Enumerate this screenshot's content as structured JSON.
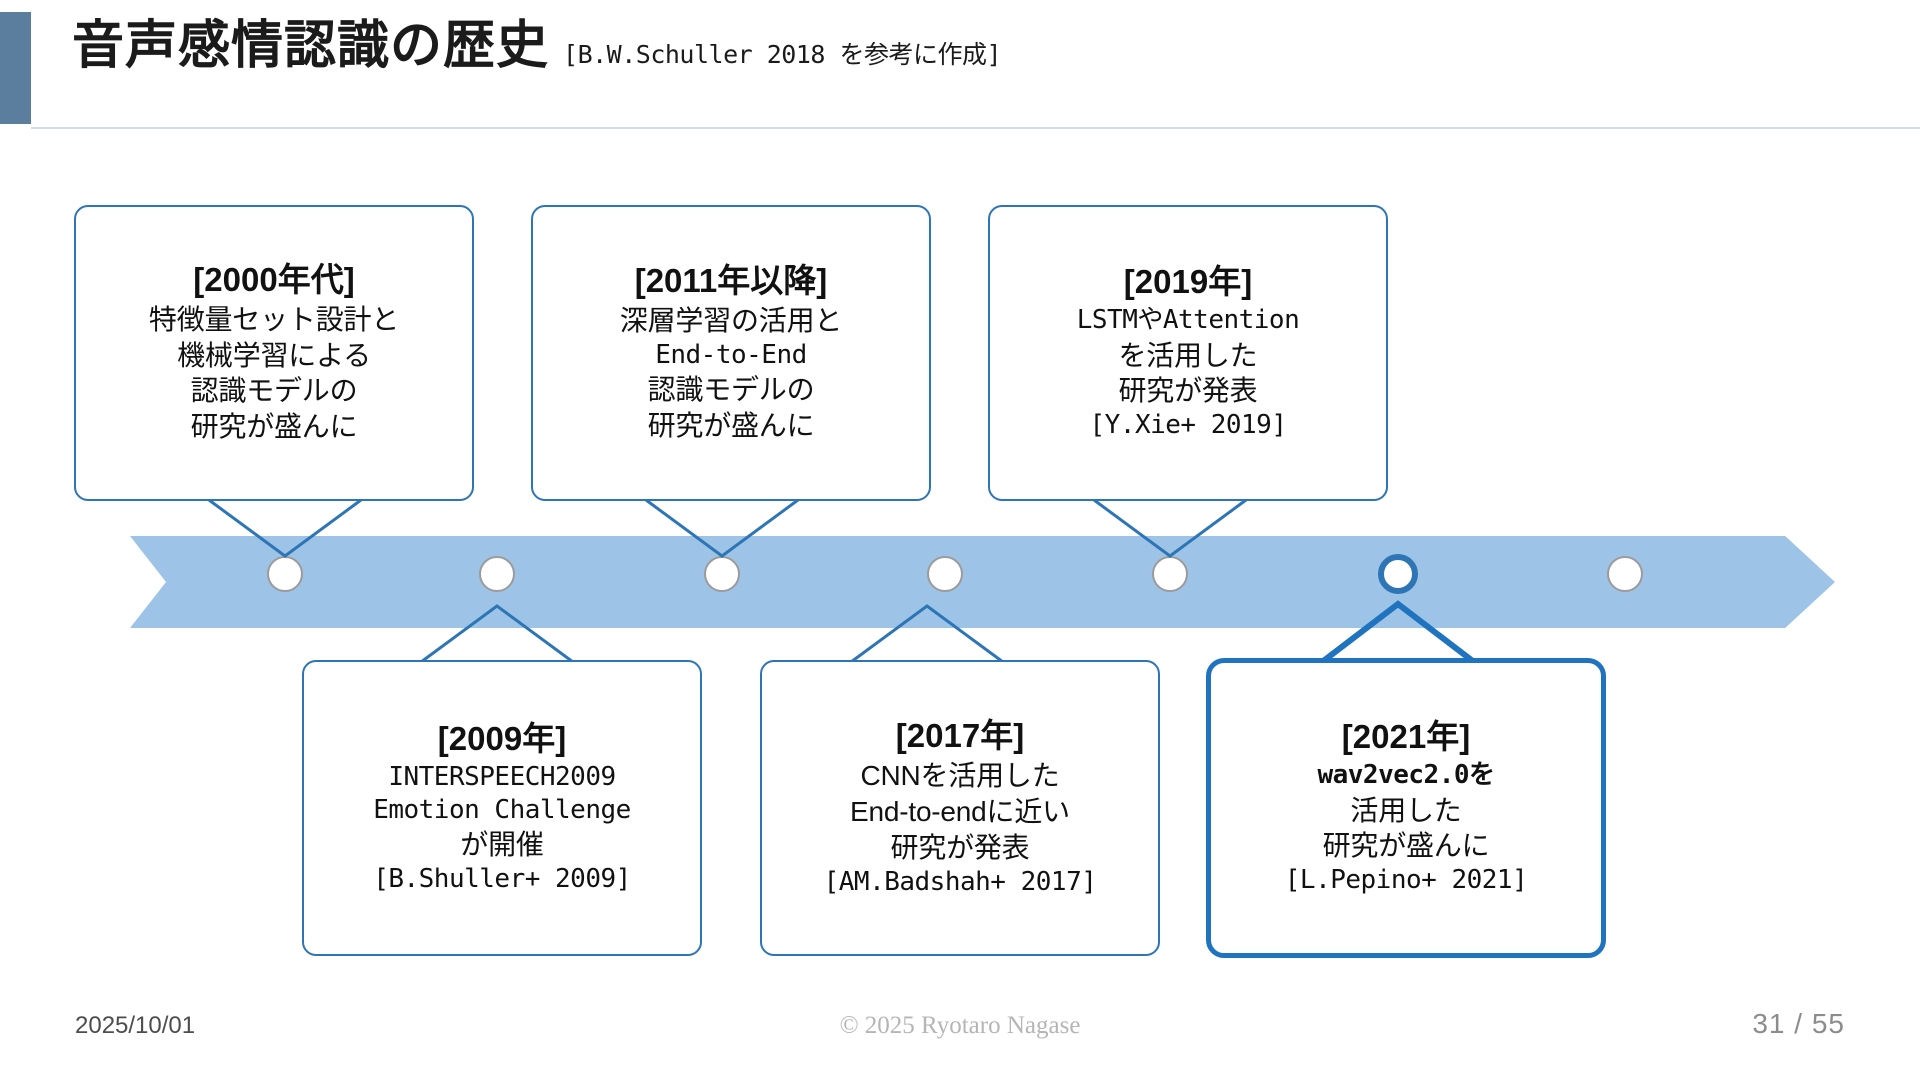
{
  "header": {
    "title": "音声感情認識の歴史",
    "subtitle": "[B.W.Schuller 2018 を参考に作成]",
    "accent_color": "#5b7d9e"
  },
  "timeline": {
    "arrow_color": "#9dc3e6",
    "marker_color": "#ffffff",
    "marker_border": "#9b9b9b",
    "highlight_color": "#2e75b6",
    "node_count": 7,
    "highlighted_node_index": 6
  },
  "callouts": [
    {
      "id": "callout-2000s",
      "position": "above",
      "title": "[2000年代]",
      "lines": [
        {
          "text": "特徴量セット設計と",
          "style": "jp"
        },
        {
          "text": "機械学習による",
          "style": "jp"
        },
        {
          "text": "認識モデルの",
          "style": "jp"
        },
        {
          "text": "研究が盛んに",
          "style": "jp"
        }
      ],
      "highlighted": false
    },
    {
      "id": "callout-2011",
      "position": "above",
      "title": "[2011年以降]",
      "lines": [
        {
          "text": "深層学習の活用と",
          "style": "jp"
        },
        {
          "text": "End-to-End",
          "style": "mono"
        },
        {
          "text": "認識モデルの",
          "style": "jp"
        },
        {
          "text": "研究が盛んに",
          "style": "jp"
        }
      ],
      "highlighted": false
    },
    {
      "id": "callout-2019",
      "position": "above",
      "title": "[2019年]",
      "lines": [
        {
          "text": "LSTMやAttention",
          "style": "mono"
        },
        {
          "text": "を活用した",
          "style": "jp"
        },
        {
          "text": "研究が発表",
          "style": "jp"
        },
        {
          "text": "[Y.Xie+ 2019]",
          "style": "mono"
        }
      ],
      "highlighted": false
    },
    {
      "id": "callout-2009",
      "position": "below",
      "title": "[2009年]",
      "lines": [
        {
          "text": "INTERSPEECH2009",
          "style": "mono"
        },
        {
          "text": "Emotion Challenge",
          "style": "mono"
        },
        {
          "text": "が開催",
          "style": "jp"
        },
        {
          "text": "[B.Shuller+ 2009]",
          "style": "mono"
        }
      ],
      "highlighted": false
    },
    {
      "id": "callout-2017",
      "position": "below",
      "title": "[2017年]",
      "lines": [
        {
          "text": "CNNを活用した",
          "style": "jp"
        },
        {
          "text": "End-to-endに近い",
          "style": "jp"
        },
        {
          "text": "研究が発表",
          "style": "jp"
        },
        {
          "text": "[AM.Badshah+ 2017]",
          "style": "mono"
        }
      ],
      "highlighted": false
    },
    {
      "id": "callout-2021",
      "position": "below",
      "title": "[2021年]",
      "lines": [
        {
          "text": "wav2vec2.0を",
          "style": "mono-b"
        },
        {
          "text": "活用した",
          "style": "jp"
        },
        {
          "text": "研究が盛んに",
          "style": "jp"
        },
        {
          "text": "[L.Pepino+ 2021]",
          "style": "mono"
        }
      ],
      "highlighted": true
    }
  ],
  "footer": {
    "date": "2025/10/01",
    "copyright": "© 2025 Ryotaro Nagase",
    "page": "31 / 55"
  }
}
